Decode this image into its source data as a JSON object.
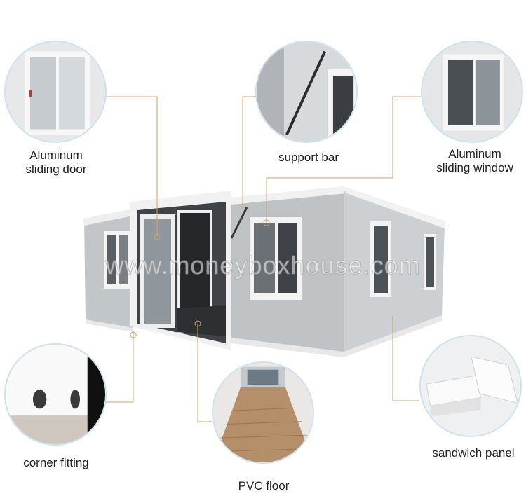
{
  "watermark": "www.moneyboxhouse.com",
  "callouts": {
    "sliding_door": [
      "Aluminum",
      "sliding door"
    ],
    "support_bar": "support bar",
    "sliding_window": [
      "Aluminum",
      "sliding window"
    ],
    "corner_fitting": "corner fitting",
    "pvc_floor": "PVC floor",
    "sandwich_panel": "sandwich panel"
  },
  "colors": {
    "leader_line": "#c9a56a",
    "circle_border": "#cfe2ec",
    "panel_grey": "#b9bcbf",
    "frame_white": "#f2f2f2"
  }
}
